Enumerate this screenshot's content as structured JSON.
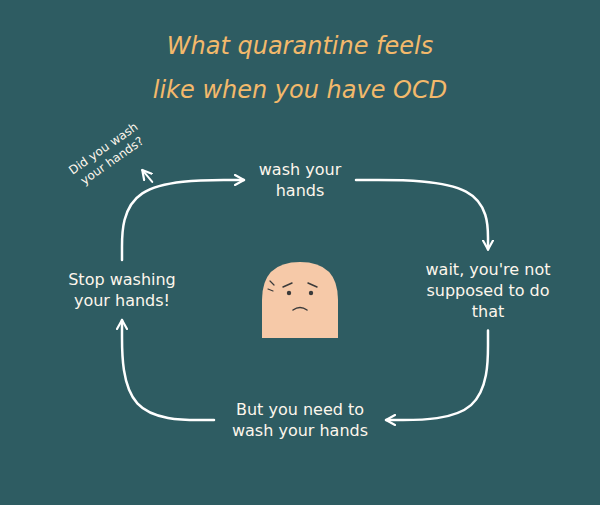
{
  "diagram": {
    "title": "What quarantine feels like when you have OCD",
    "nodes": [
      {
        "text": [
          "wash your hands"
        ]
      },
      {
        "text": [
          "wait, you're not supposed to do that"
        ]
      },
      {
        "text": [
          "But you need to wash your hands"
        ]
      },
      {
        "text": [
          "Stop washing your hands!"
        ]
      }
    ],
    "edges": [
      {
        "from": 0,
        "to": 1,
        "arrow": "to"
      },
      {
        "from": 1,
        "to": 2,
        "arrow": "to"
      },
      {
        "from": 2,
        "to": 3,
        "arrow": "to"
      },
      {
        "from": 3,
        "to": 0,
        "arrow": "to"
      }
    ],
    "labels": [
      "Did you wash your hands?"
    ]
  }
}
